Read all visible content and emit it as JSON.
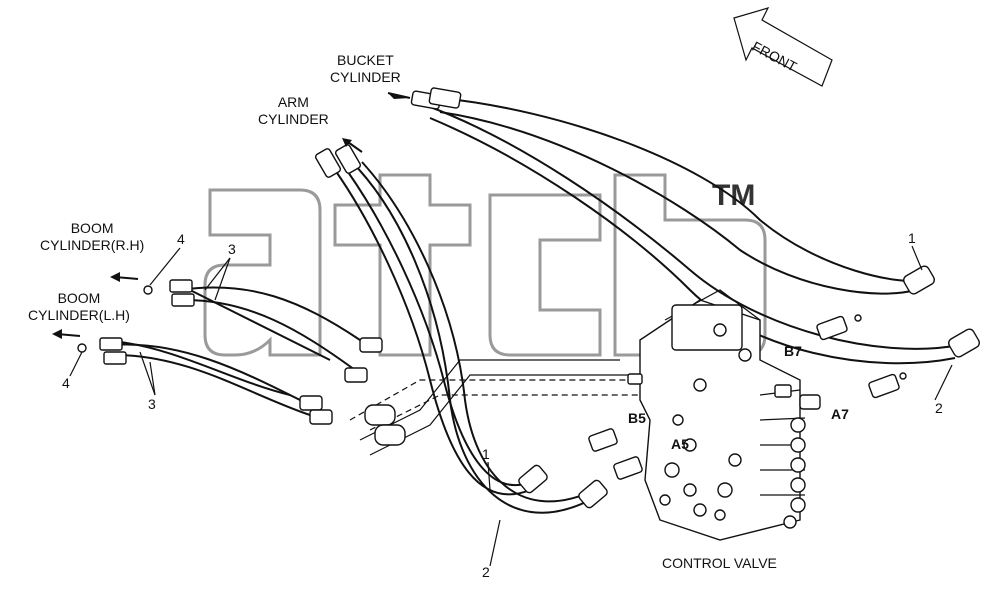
{
  "labels": {
    "bucket_cylinder": "BUCKET\nCYLINDER",
    "arm_cylinder": "ARM\nCYLINDER",
    "boom_rh": "BOOM\nCYLINDER(R.H)",
    "boom_lh": "BOOM\nCYLINDER(L.H)",
    "control_valve": "CONTROL VALVE",
    "front": "FRONT",
    "trademark": "TM"
  },
  "callouts": {
    "c1_top": "1",
    "c1_mid": "1",
    "c2_right": "2",
    "c2_bottom": "2",
    "c3_top": "3",
    "c3_bottom": "3",
    "c4_top": "4",
    "c4_bottom": "4"
  },
  "ports": {
    "b7": "B7",
    "a7": "A7",
    "b5": "B5",
    "a5": "A5"
  },
  "icons": {
    "front_arrow": "front-arrow-icon",
    "direction_arrows": "direction-arrow-icon",
    "watermark": "atcb-watermark-logo"
  }
}
